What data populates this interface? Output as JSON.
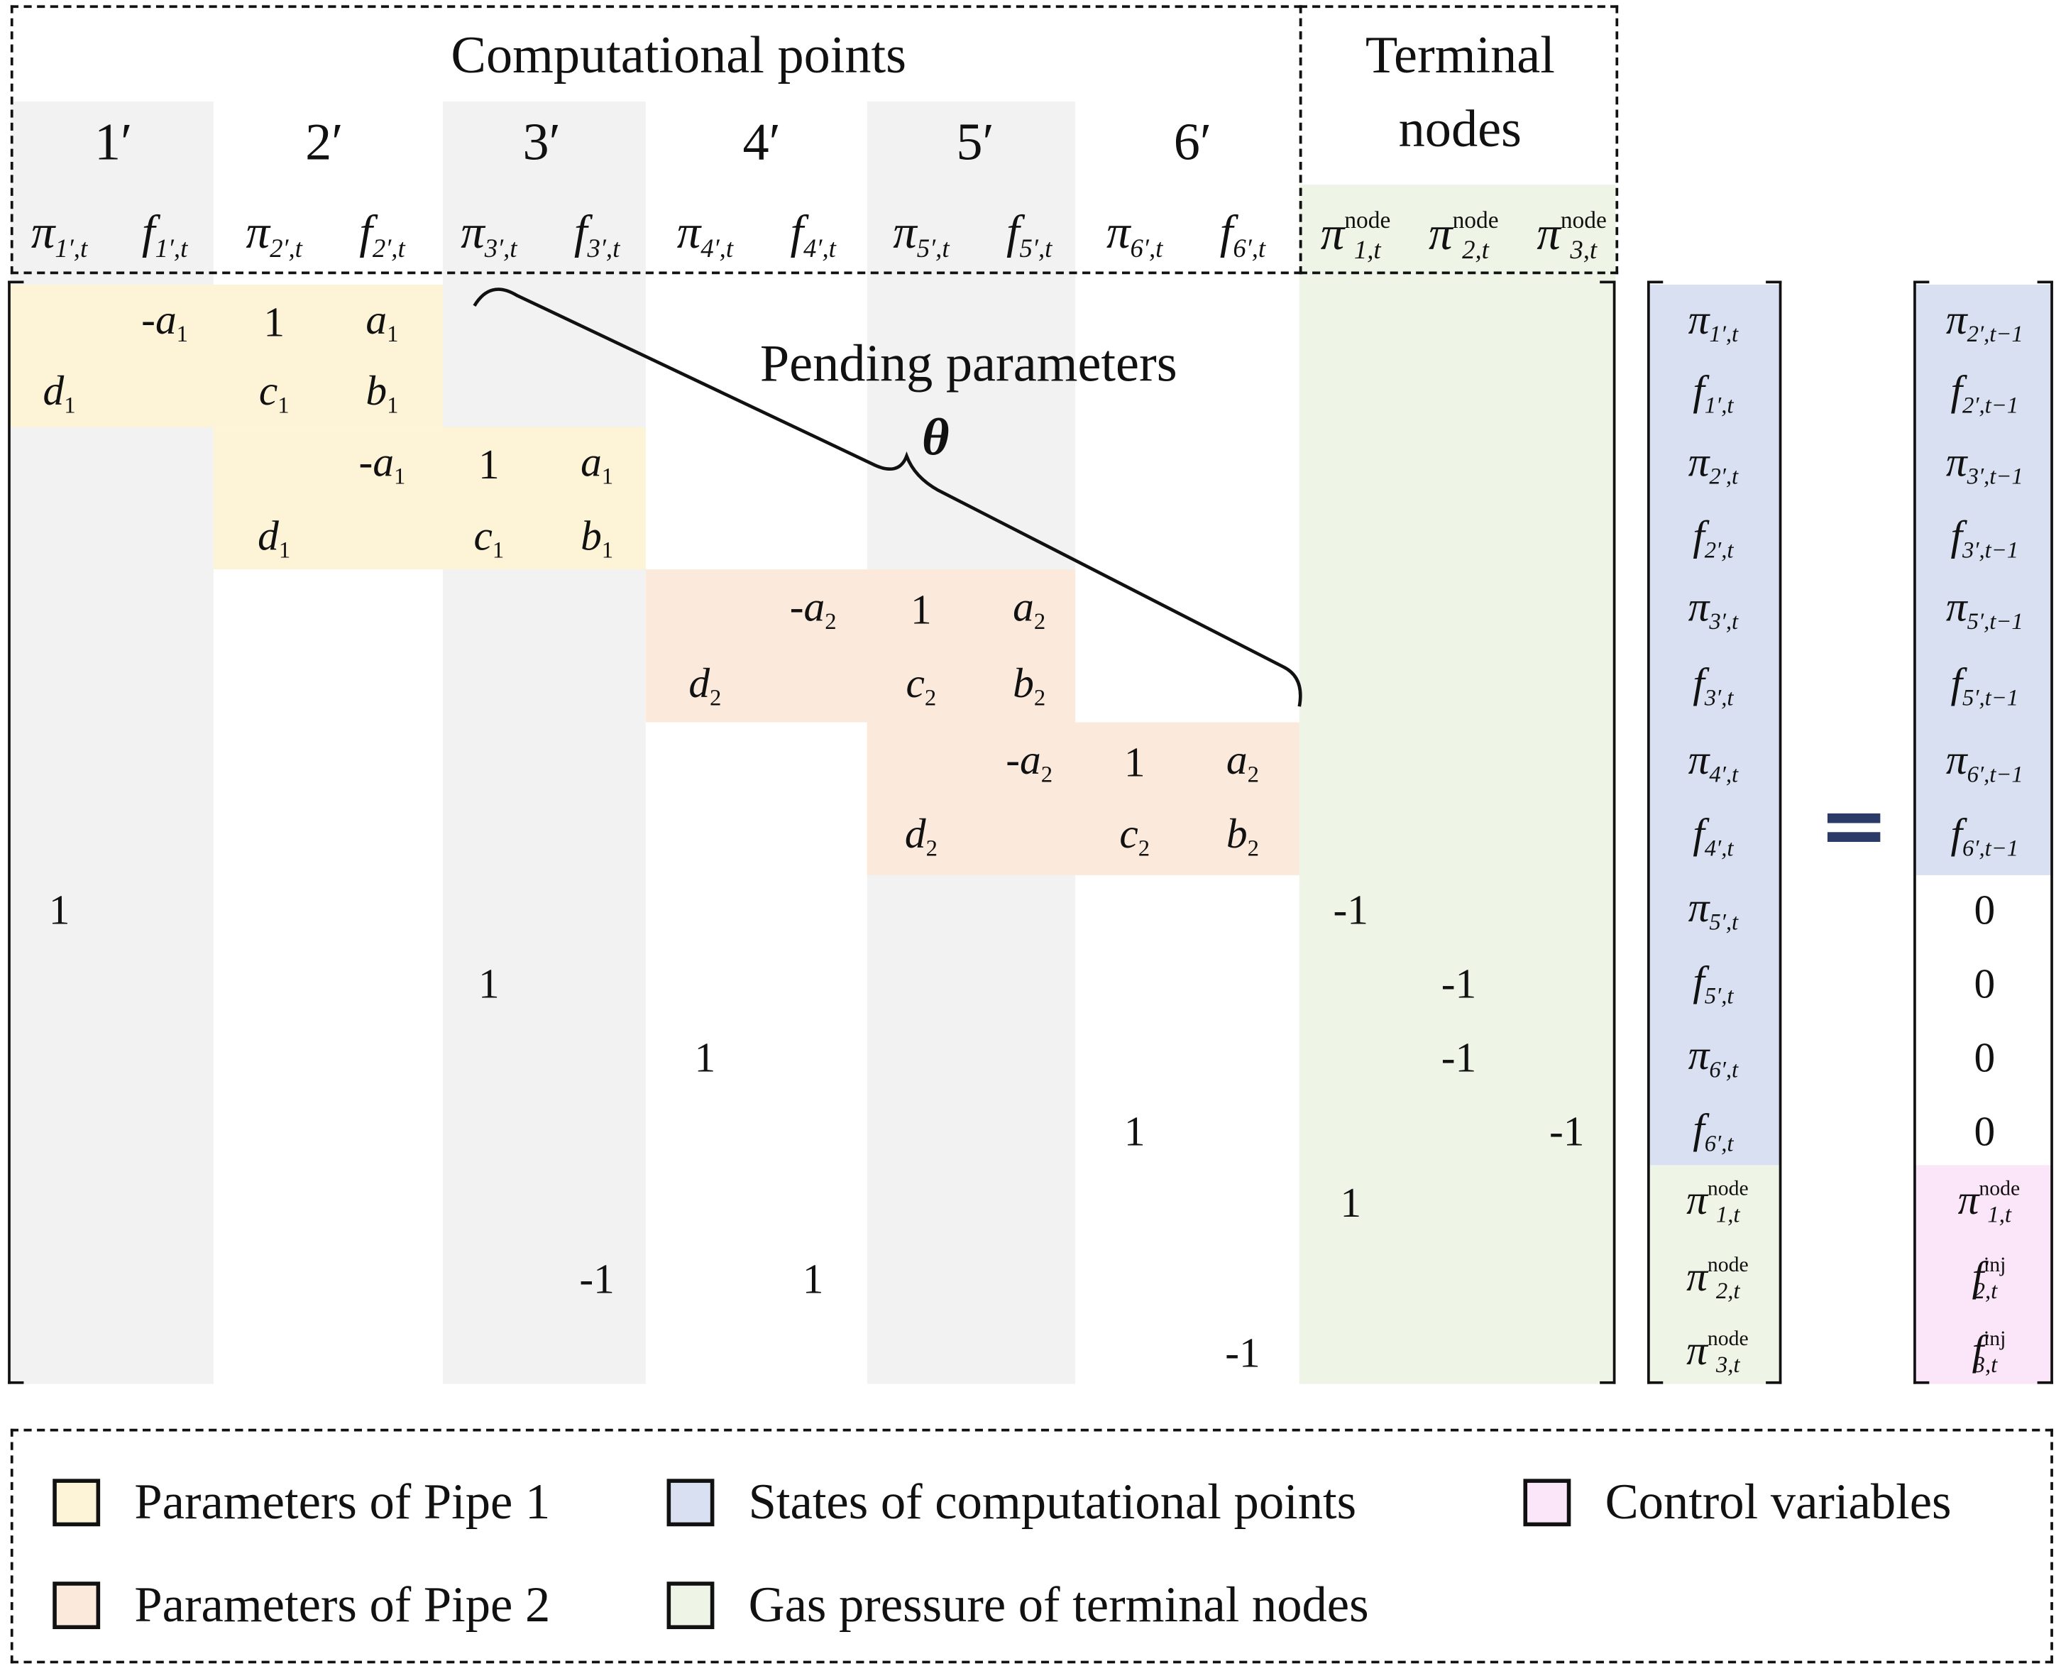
{
  "headers": {
    "computational_points": "Computational points",
    "terminal_nodes_line1": "Terminal",
    "terminal_nodes_line2": "nodes",
    "pending": "Pending parameters",
    "theta": "θ"
  },
  "point_labels": [
    "1′",
    "2′",
    "3′",
    "4′",
    "5′",
    "6′"
  ],
  "column_symbols": [
    {
      "base": "π",
      "sub": "1′,t",
      "sup": ""
    },
    {
      "base": "f",
      "sub": "1′,t",
      "sup": ""
    },
    {
      "base": "π",
      "sub": "2′,t",
      "sup": ""
    },
    {
      "base": "f",
      "sub": "2′,t",
      "sup": ""
    },
    {
      "base": "π",
      "sub": "3′,t",
      "sup": ""
    },
    {
      "base": "f",
      "sub": "3′,t",
      "sup": ""
    },
    {
      "base": "π",
      "sub": "4′,t",
      "sup": ""
    },
    {
      "base": "f",
      "sub": "4′,t",
      "sup": ""
    },
    {
      "base": "π",
      "sub": "5′,t",
      "sup": ""
    },
    {
      "base": "f",
      "sub": "5′,t",
      "sup": ""
    },
    {
      "base": "π",
      "sub": "6′,t",
      "sup": ""
    },
    {
      "base": "f",
      "sub": "6′,t",
      "sup": ""
    },
    {
      "base": "π",
      "sub": "1,t",
      "sup": "node"
    },
    {
      "base": "π",
      "sub": "2,t",
      "sup": "node"
    },
    {
      "base": "π",
      "sub": "3,t",
      "sup": "node"
    }
  ],
  "matrix_entries": [
    {
      "row": 0,
      "col": 1,
      "base": "-a",
      "sub": "1"
    },
    {
      "row": 0,
      "col": 2,
      "base": "1",
      "sub": ""
    },
    {
      "row": 0,
      "col": 3,
      "base": "a",
      "sub": "1"
    },
    {
      "row": 1,
      "col": 0,
      "base": "d",
      "sub": "1"
    },
    {
      "row": 1,
      "col": 2,
      "base": "c",
      "sub": "1"
    },
    {
      "row": 1,
      "col": 3,
      "base": "b",
      "sub": "1"
    },
    {
      "row": 2,
      "col": 3,
      "base": "-a",
      "sub": "1"
    },
    {
      "row": 2,
      "col": 4,
      "base": "1",
      "sub": ""
    },
    {
      "row": 2,
      "col": 5,
      "base": "a",
      "sub": "1"
    },
    {
      "row": 3,
      "col": 2,
      "base": "d",
      "sub": "1"
    },
    {
      "row": 3,
      "col": 4,
      "base": "c",
      "sub": "1"
    },
    {
      "row": 3,
      "col": 5,
      "base": "b",
      "sub": "1"
    },
    {
      "row": 4,
      "col": 7,
      "base": "-a",
      "sub": "2"
    },
    {
      "row": 4,
      "col": 8,
      "base": "1",
      "sub": ""
    },
    {
      "row": 4,
      "col": 9,
      "base": "a",
      "sub": "2"
    },
    {
      "row": 5,
      "col": 6,
      "base": "d",
      "sub": "2"
    },
    {
      "row": 5,
      "col": 8,
      "base": "c",
      "sub": "2"
    },
    {
      "row": 5,
      "col": 9,
      "base": "b",
      "sub": "2"
    },
    {
      "row": 6,
      "col": 9,
      "base": "-a",
      "sub": "2"
    },
    {
      "row": 6,
      "col": 10,
      "base": "1",
      "sub": ""
    },
    {
      "row": 6,
      "col": 11,
      "base": "a",
      "sub": "2"
    },
    {
      "row": 7,
      "col": 8,
      "base": "d",
      "sub": "2"
    },
    {
      "row": 7,
      "col": 10,
      "base": "c",
      "sub": "2"
    },
    {
      "row": 7,
      "col": 11,
      "base": "b",
      "sub": "2"
    },
    {
      "row": 8,
      "col": 0,
      "base": "1",
      "sub": ""
    },
    {
      "row": 8,
      "col": 12,
      "base": "-1",
      "sub": ""
    },
    {
      "row": 9,
      "col": 4,
      "base": "1",
      "sub": ""
    },
    {
      "row": 9,
      "col": 13,
      "base": "-1",
      "sub": ""
    },
    {
      "row": 10,
      "col": 6,
      "base": "1",
      "sub": ""
    },
    {
      "row": 10,
      "col": 13,
      "base": "-1",
      "sub": ""
    },
    {
      "row": 11,
      "col": 10,
      "base": "1",
      "sub": ""
    },
    {
      "row": 11,
      "col": 14,
      "base": "-1",
      "sub": ""
    },
    {
      "row": 12,
      "col": 12,
      "base": "1",
      "sub": ""
    },
    {
      "row": 13,
      "col": 5,
      "base": "-1",
      "sub": ""
    },
    {
      "row": 13,
      "col": 7,
      "base": "1",
      "sub": ""
    },
    {
      "row": 14,
      "col": 11,
      "base": "-1",
      "sub": ""
    }
  ],
  "state_vector": [
    {
      "base": "π",
      "sub": "1′,t",
      "sup": ""
    },
    {
      "base": "f",
      "sub": "1′,t",
      "sup": ""
    },
    {
      "base": "π",
      "sub": "2′,t",
      "sup": ""
    },
    {
      "base": "f",
      "sub": "2′,t",
      "sup": ""
    },
    {
      "base": "π",
      "sub": "3′,t",
      "sup": ""
    },
    {
      "base": "f",
      "sub": "3′,t",
      "sup": ""
    },
    {
      "base": "π",
      "sub": "4′,t",
      "sup": ""
    },
    {
      "base": "f",
      "sub": "4′,t",
      "sup": ""
    },
    {
      "base": "π",
      "sub": "5′,t",
      "sup": ""
    },
    {
      "base": "f",
      "sub": "5′,t",
      "sup": ""
    },
    {
      "base": "π",
      "sub": "6′,t",
      "sup": ""
    },
    {
      "base": "f",
      "sub": "6′,t",
      "sup": ""
    },
    {
      "base": "π",
      "sub": "1,t",
      "sup": "node"
    },
    {
      "base": "π",
      "sub": "2,t",
      "sup": "node"
    },
    {
      "base": "π",
      "sub": "3,t",
      "sup": "node"
    }
  ],
  "equals": "=",
  "rhs_vector": [
    {
      "base": "π",
      "sub": "2′,t−1",
      "sup": ""
    },
    {
      "base": "f",
      "sub": "2′,t−1",
      "sup": ""
    },
    {
      "base": "π",
      "sub": "3′,t−1",
      "sup": ""
    },
    {
      "base": "f",
      "sub": "3′,t−1",
      "sup": ""
    },
    {
      "base": "π",
      "sub": "5′,t−1",
      "sup": ""
    },
    {
      "base": "f",
      "sub": "5′,t−1",
      "sup": ""
    },
    {
      "base": "π",
      "sub": "6′,t−1",
      "sup": ""
    },
    {
      "base": "f",
      "sub": "6′,t−1",
      "sup": ""
    },
    {
      "base": "0",
      "sub": "",
      "sup": ""
    },
    {
      "base": "0",
      "sub": "",
      "sup": ""
    },
    {
      "base": "0",
      "sub": "",
      "sup": ""
    },
    {
      "base": "0",
      "sub": "",
      "sup": ""
    },
    {
      "base": "π",
      "sub": "1,t",
      "sup": "node"
    },
    {
      "base": "f",
      "sub": "2,t",
      "sup": "inj"
    },
    {
      "base": "f",
      "sub": "3,t",
      "sup": "inj"
    }
  ],
  "colors": {
    "column_band": "#f2f2f2",
    "pipe1": "#fdf3d6",
    "pipe2": "#fbeadc",
    "states": "#d8e0f1",
    "terminal": "#eef5e7",
    "control": "#fbe5f8",
    "equals": "#2b3a67"
  },
  "legend": [
    {
      "label": "Parameters of Pipe 1",
      "color": "#fdf3d6"
    },
    {
      "label": "States of computational points",
      "color": "#d8e0f1"
    },
    {
      "label": "Control variables",
      "color": "#fbe5f8"
    },
    {
      "label": "Parameters of Pipe 2",
      "color": "#fbeadc"
    },
    {
      "label": "Gas pressure of terminal nodes",
      "color": "#eef5e7"
    }
  ]
}
